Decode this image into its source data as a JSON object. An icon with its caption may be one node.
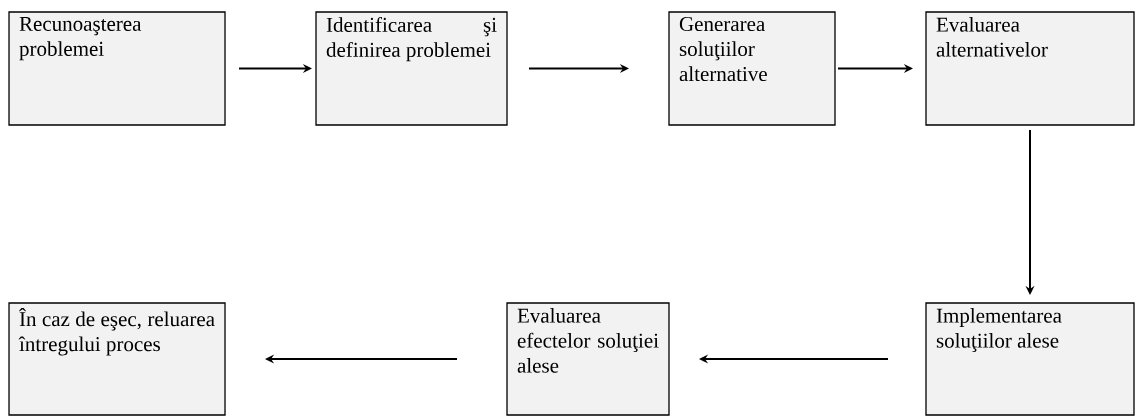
{
  "diagram": {
    "nodes": [
      {
        "text": [
          "Recunoaşterea problemei"
        ]
      },
      {
        "text": [
          "Identificarea şi definirea problemei"
        ]
      },
      {
        "text": [
          "Generarea soluţiilor alternative"
        ]
      },
      {
        "text": [
          "Evaluarea alternativelor"
        ]
      },
      {
        "text": [
          "Implementarea soluţiilor alese"
        ]
      },
      {
        "text": [
          "Evaluarea efectelor soluţiei alese"
        ]
      },
      {
        "text": [
          "În caz de eşec, reluarea întregului proces"
        ]
      }
    ],
    "edges": [
      {
        "from": 0,
        "to": 1,
        "arrow": "to"
      },
      {
        "from": 1,
        "to": 2,
        "arrow": "to"
      },
      {
        "from": 2,
        "to": 3,
        "arrow": "to"
      },
      {
        "from": 3,
        "to": 4,
        "arrow": "to"
      },
      {
        "from": 4,
        "to": 5,
        "arrow": "to"
      },
      {
        "from": 5,
        "to": 6,
        "arrow": "to"
      }
    ]
  }
}
